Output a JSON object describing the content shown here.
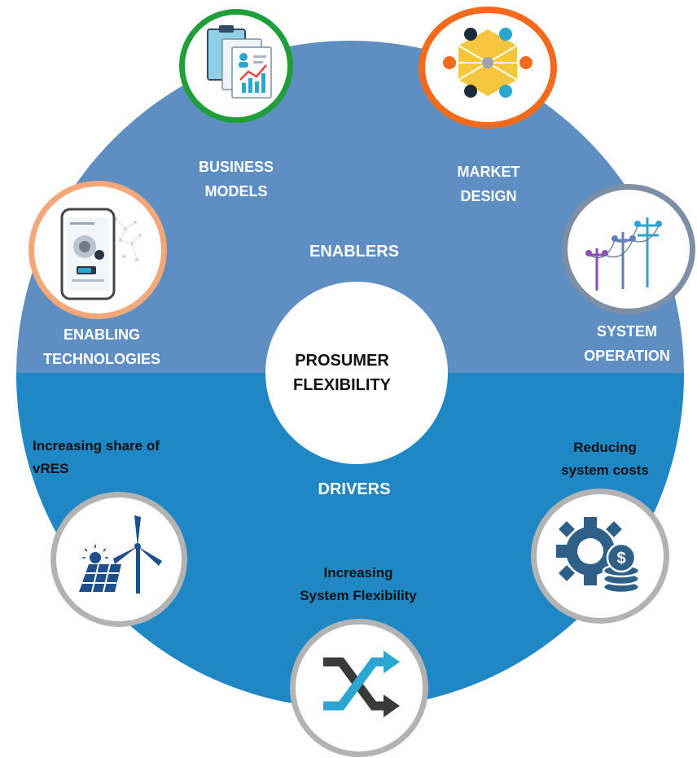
{
  "center": {
    "line1": "PROSUMER",
    "line2": "FLEXIBILITY"
  },
  "sections": {
    "top": "ENABLERS",
    "bottom": "DRIVERS"
  },
  "enablers": [
    {
      "line1": "BUSINESS",
      "line2": "MODELS",
      "ring_color": "#1f9e3a",
      "icon": "documents-chart-icon"
    },
    {
      "line1": "MARKET",
      "line2": "DESIGN",
      "ring_color": "#f26b1d",
      "icon": "network-hexagon-icon"
    },
    {
      "line1": "SYSTEM",
      "line2": "OPERATION",
      "ring_color": "#7e8ea3",
      "icon": "power-lines-icon"
    },
    {
      "line1": "ENABLING",
      "line2": "TECHNOLOGIES",
      "ring_color": "#f4a87a",
      "icon": "smartphone-app-icon"
    }
  ],
  "drivers": [
    {
      "line1": "Increasing share of",
      "line2": "vRES",
      "icon": "solar-wind-icon"
    },
    {
      "line1": "Increasing",
      "line2": "System Flexibility",
      "icon": "shuffle-arrows-icon"
    },
    {
      "line1": "Reducing",
      "line2": "system costs",
      "icon": "gear-coins-icon"
    }
  ],
  "colors": {
    "enablers_half": "#5f8fc2",
    "drivers_half": "#1f88c4",
    "driver_ring": "#b3b3b3"
  }
}
